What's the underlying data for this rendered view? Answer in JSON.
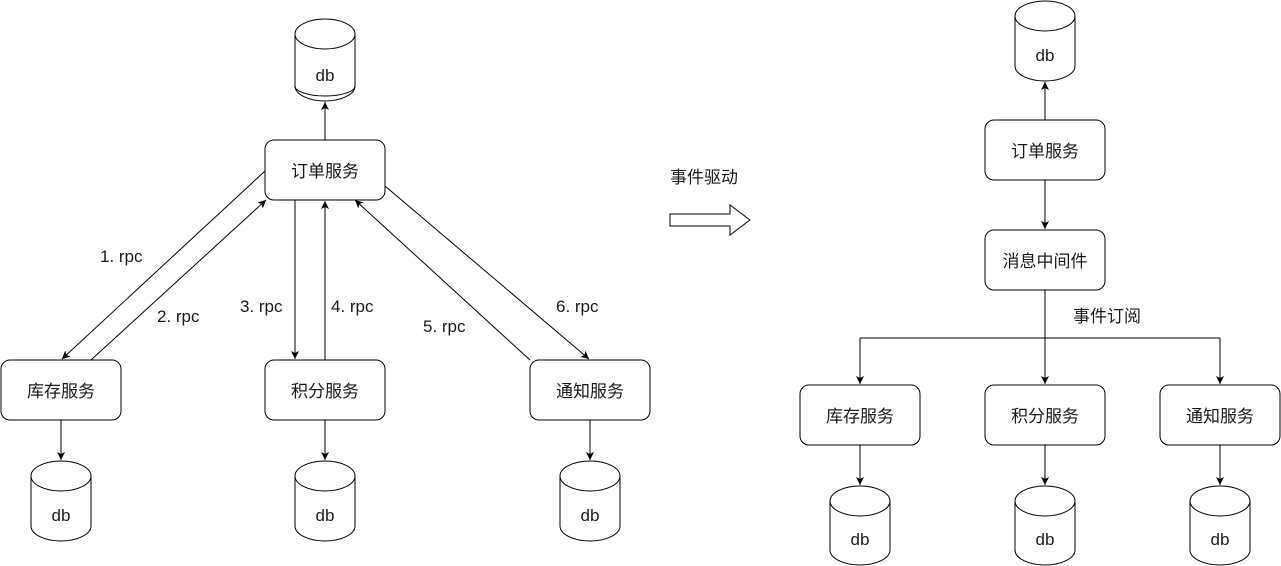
{
  "left_diagram": {
    "order_service": "订单服务",
    "inventory_service": "库存服务",
    "points_service": "积分服务",
    "notify_service": "通知服务",
    "db_label": "db",
    "edges": [
      "1. rpc",
      "2. rpc",
      "3. rpc",
      "4. rpc",
      "5. rpc",
      "6. rpc"
    ]
  },
  "transition": {
    "label": "事件驱动",
    "icon": "block-arrow-right"
  },
  "right_diagram": {
    "order_service": "订单服务",
    "middleware": "消息中间件",
    "subscribe_label": "事件订阅",
    "inventory_service": "库存服务",
    "points_service": "积分服务",
    "notify_service": "通知服务",
    "db_label": "db"
  }
}
